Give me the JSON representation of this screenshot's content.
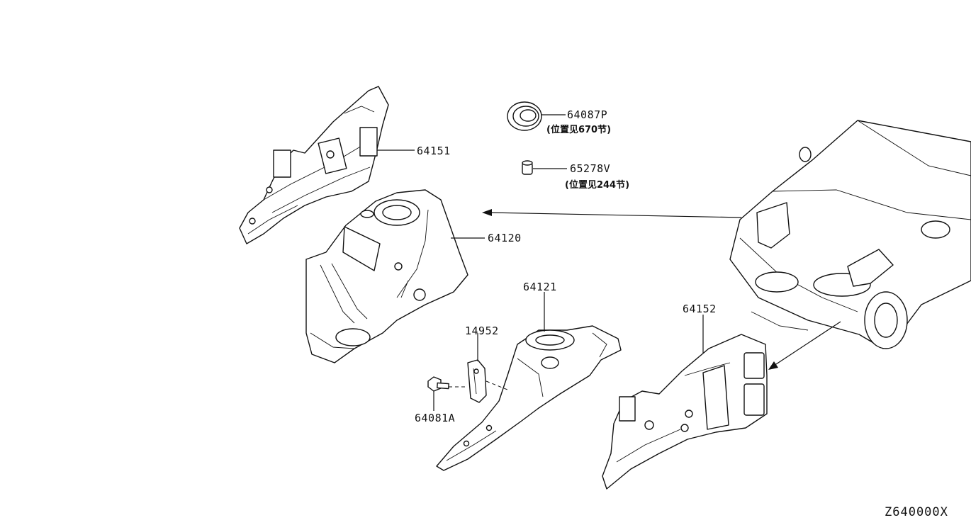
{
  "diagram_code": "Z640000X",
  "callouts": {
    "p64087p": {
      "number": "64087P",
      "note": "(位置见670节)"
    },
    "p65278v": {
      "number": "65278V",
      "note": "(位置见244节)"
    },
    "p64151": {
      "number": "64151"
    },
    "p64120": {
      "number": "64120"
    },
    "p64121": {
      "number": "64121"
    },
    "p14952": {
      "number": "14952"
    },
    "p64081a": {
      "number": "64081A"
    },
    "p64152": {
      "number": "64152"
    }
  }
}
